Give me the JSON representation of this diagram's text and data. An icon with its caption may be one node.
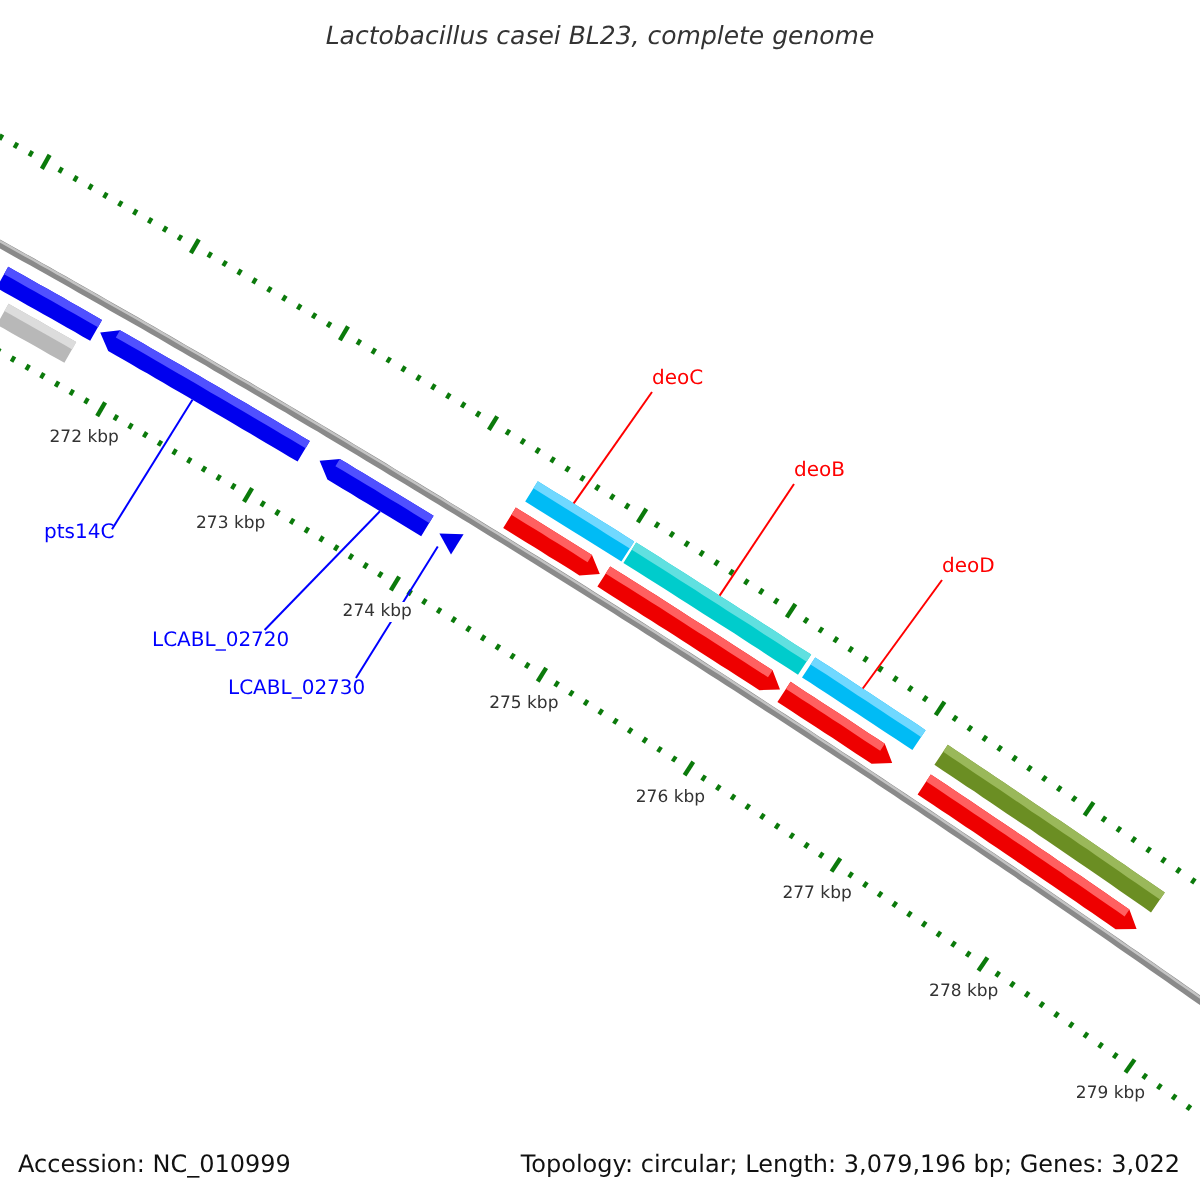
{
  "diagram": {
    "title": "Lactobacillus casei BL23, complete genome",
    "nodes": [
      {
        "text": [
          "pts14C"
        ]
      },
      {
        "text": [
          "LCABL_02720"
        ]
      },
      {
        "text": [
          "LCABL_02730"
        ]
      },
      {
        "text": [
          "deoC"
        ]
      },
      {
        "text": [
          "deoB"
        ]
      },
      {
        "text": [
          "deoD"
        ]
      },
      {
        "text": [],
        "shape": "bar"
      },
      {
        "text": [],
        "shape": "bar"
      },
      {
        "text": [],
        "shape": "bar"
      },
      {
        "text": [],
        "shape": "bar"
      },
      {
        "text": [],
        "shape": "triangle"
      },
      {
        "text": [],
        "shape": "bar"
      },
      {
        "text": [],
        "shape": "bar"
      },
      {
        "text": [],
        "shape": "bar"
      },
      {
        "text": [],
        "shape": "bar"
      },
      {
        "text": [],
        "shape": "bar"
      },
      {
        "text": [],
        "shape": "bar"
      },
      {
        "text": [],
        "shape": "bar"
      },
      {
        "text": [],
        "shape": "bar"
      }
    ],
    "edges": [
      {
        "from": 0,
        "to": 8,
        "arrow": "none",
        "color": "#0000ff"
      },
      {
        "from": 1,
        "to": 9,
        "arrow": "none",
        "color": "#0000ff"
      },
      {
        "from": 2,
        "to": 10,
        "arrow": "none",
        "color": "#0000ff"
      },
      {
        "from": 3,
        "to": 12,
        "arrow": "none",
        "color": "#ff0000"
      },
      {
        "from": 4,
        "to": 14,
        "arrow": "none",
        "color": "#ff0000"
      },
      {
        "from": 5,
        "to": 16,
        "arrow": "none",
        "color": "#ff0000"
      }
    ],
    "labels": [
      "272 kbp",
      "273 kbp",
      "274 kbp",
      "275 kbp",
      "276 kbp",
      "277 kbp",
      "278 kbp",
      "279 kbp",
      "Accession: NC_010999",
      "Topology: circular; Length: 3,079,196 bp; Genes: 3,022"
    ]
  }
}
